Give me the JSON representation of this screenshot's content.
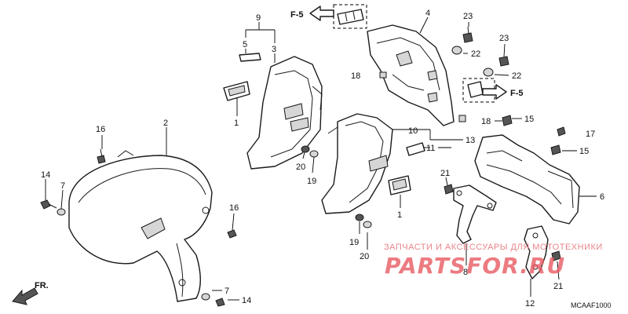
{
  "callouts": {
    "c1a": "1",
    "c1b": "1",
    "c2": "2",
    "c3": "3",
    "c4": "4",
    "c5": "5",
    "c6": "6",
    "c7a": "7",
    "c7b": "7",
    "c8": "8",
    "c9": "9",
    "c10": "10",
    "c11": "11",
    "c12": "12",
    "c13": "13",
    "c14a": "14",
    "c14b": "14",
    "c15a": "15",
    "c15b": "15",
    "c16a": "16",
    "c16b": "16",
    "c17": "17",
    "c18a": "18",
    "c18b": "18",
    "c19a": "19",
    "c19b": "19",
    "c20a": "20",
    "c20b": "20",
    "c21a": "21",
    "c21b": "21",
    "c22a": "22",
    "c22b": "22",
    "c23a": "23",
    "c23b": "23"
  },
  "references": {
    "f5_top": "F-5",
    "f5_right": "F-5",
    "front": "FR."
  },
  "diagram_code": "MCAAF1000",
  "watermark": {
    "top": "ЗАПЧАСТИ И АКСЕССУАРЫ ДЛЯ МОТОТЕХНИКИ",
    "main": "PARTSFOR.RU"
  },
  "colors": {
    "line": "#1a1a1a",
    "watermark_main": "#e75a62",
    "watermark_top": "#e8858a"
  }
}
